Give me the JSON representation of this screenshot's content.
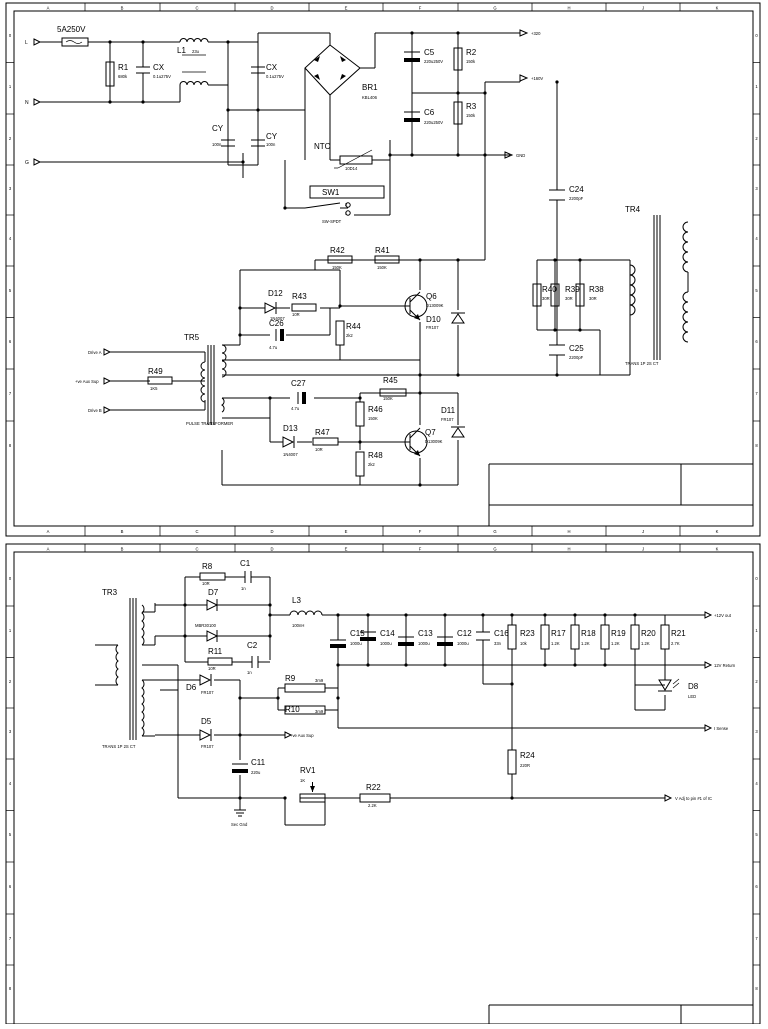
{
  "frame": {
    "columns": [
      "A",
      "B",
      "C",
      "D",
      "E",
      "F",
      "G",
      "H",
      "J",
      "K"
    ],
    "rows": [
      "0",
      "1",
      "2",
      "3",
      "4",
      "5",
      "6",
      "7",
      "8"
    ]
  },
  "top": {
    "fuse": {
      "ref": "5A250V"
    },
    "inputs": {
      "live": "L",
      "neutral": "N",
      "ground": "G"
    },
    "r1": {
      "ref": "R1",
      "value": "680k"
    },
    "cx1": {
      "ref": "CX",
      "value": "0.1u275V"
    },
    "l1": {
      "ref": "L1",
      "value": "23u"
    },
    "cx2": {
      "ref": "CX",
      "value": "0.1u275V"
    },
    "cy1": {
      "ref": "CY",
      "value": "100n"
    },
    "cy2": {
      "ref": "CY",
      "value": "100n"
    },
    "br1": {
      "ref": "BR1",
      "value": "KBL406"
    },
    "ntc": {
      "ref": "NTC",
      "value": "10D14"
    },
    "sw1": {
      "ref": "SW1",
      "value": "SW-SPDT",
      "pin1": "1",
      "pin2": "2"
    },
    "c5": {
      "ref": "C5",
      "value": "220u250V"
    },
    "c6": {
      "ref": "C6",
      "value": "220u250V"
    },
    "r2": {
      "ref": "R2",
      "value": "150k"
    },
    "r3": {
      "ref": "R3",
      "value": "150k"
    },
    "rail320": "+320",
    "rail160": "+160V",
    "gnd": "GND",
    "c24": {
      "ref": "C24",
      "value": "2200pF"
    },
    "c25": {
      "ref": "C25",
      "value": "2200pF"
    },
    "tr4": {
      "ref": "TR4",
      "value": "TRANS 1P 2S CT"
    },
    "r40": {
      "ref": "R40",
      "value": "30R"
    },
    "r39": {
      "ref": "R39",
      "value": "30R"
    },
    "r38": {
      "ref": "R38",
      "value": "30R"
    },
    "r42": {
      "ref": "R42",
      "value": "150K"
    },
    "r41": {
      "ref": "R41",
      "value": "150K"
    },
    "d12": {
      "ref": "D12",
      "value": "1N4007"
    },
    "r43": {
      "ref": "R43",
      "value": "10R"
    },
    "c26": {
      "ref": "C26",
      "value": "4.7u"
    },
    "r44": {
      "ref": "R44",
      "value": "2k2"
    },
    "q6": {
      "ref": "Q6",
      "value": "D13009K"
    },
    "d10": {
      "ref": "D10",
      "value": "FR107"
    },
    "tr5": {
      "ref": "TR5",
      "value": "PULSE TRANSFORMER"
    },
    "drive_a": "Drive A",
    "aux": "+ve Aux Sup",
    "drive_b": "Drive B",
    "r49": {
      "ref": "R49",
      "value": "1K5"
    },
    "c27": {
      "ref": "C27",
      "value": "4.7u"
    },
    "r45": {
      "ref": "R45",
      "value": "150K"
    },
    "r46": {
      "ref": "R46",
      "value": "150K"
    },
    "d11": {
      "ref": "D11",
      "value": "FR107"
    },
    "d13": {
      "ref": "D13",
      "value": "1N4007"
    },
    "r47": {
      "ref": "R47",
      "value": "10R"
    },
    "q7": {
      "ref": "Q7",
      "value": "D13009K"
    },
    "r48": {
      "ref": "R48",
      "value": "2k2"
    }
  },
  "bottom": {
    "tr3": {
      "ref": "TR3",
      "value": "TRANS 1P 2S CT"
    },
    "r8": {
      "ref": "R8",
      "value": "10R"
    },
    "c1": {
      "ref": "C1",
      "value": "1n"
    },
    "d7": {
      "ref": "D7",
      "value": "MBR30100"
    },
    "r11": {
      "ref": "R11",
      "value": "10R"
    },
    "c2": {
      "ref": "C2",
      "value": "1n"
    },
    "l3": {
      "ref": "L3",
      "value": "100nH"
    },
    "d6": {
      "ref": "D6",
      "value": "FR107"
    },
    "d5": {
      "ref": "D5",
      "value": "FR107"
    },
    "r9": {
      "ref": "R9",
      "value": "3m9"
    },
    "r10": {
      "ref": "R10",
      "value": "3m9"
    },
    "aux": "+ve Aux Sup",
    "c11": {
      "ref": "C11",
      "value": "220u"
    },
    "sec_gnd": "Sec Gnd",
    "rv1": {
      "ref": "RV1",
      "value": "1K"
    },
    "r22": {
      "ref": "R22",
      "value": "2.2K"
    },
    "c15": {
      "ref": "C15",
      "value": "1000u"
    },
    "c14": {
      "ref": "C14",
      "value": "1000u"
    },
    "c13": {
      "ref": "C13",
      "value": "1000u"
    },
    "c12": {
      "ref": "C12",
      "value": "1000u"
    },
    "c16": {
      "ref": "C16",
      "value": "33n"
    },
    "r23": {
      "ref": "R23",
      "value": "10k"
    },
    "r17": {
      "ref": "R17",
      "value": "1.2K"
    },
    "r18": {
      "ref": "R18",
      "value": "1.2K"
    },
    "r19": {
      "ref": "R19",
      "value": "1.2K"
    },
    "r20": {
      "ref": "R20",
      "value": "1.2K"
    },
    "r21": {
      "ref": "R21",
      "value": "2.7K"
    },
    "d8": {
      "ref": "D8",
      "value": "LED"
    },
    "r24": {
      "ref": "R24",
      "value": "220R"
    },
    "out12": "+12V out",
    "ret12": "12V Return",
    "isense": "I Sense",
    "vadj": "V Adj to pin #1 of IC"
  }
}
